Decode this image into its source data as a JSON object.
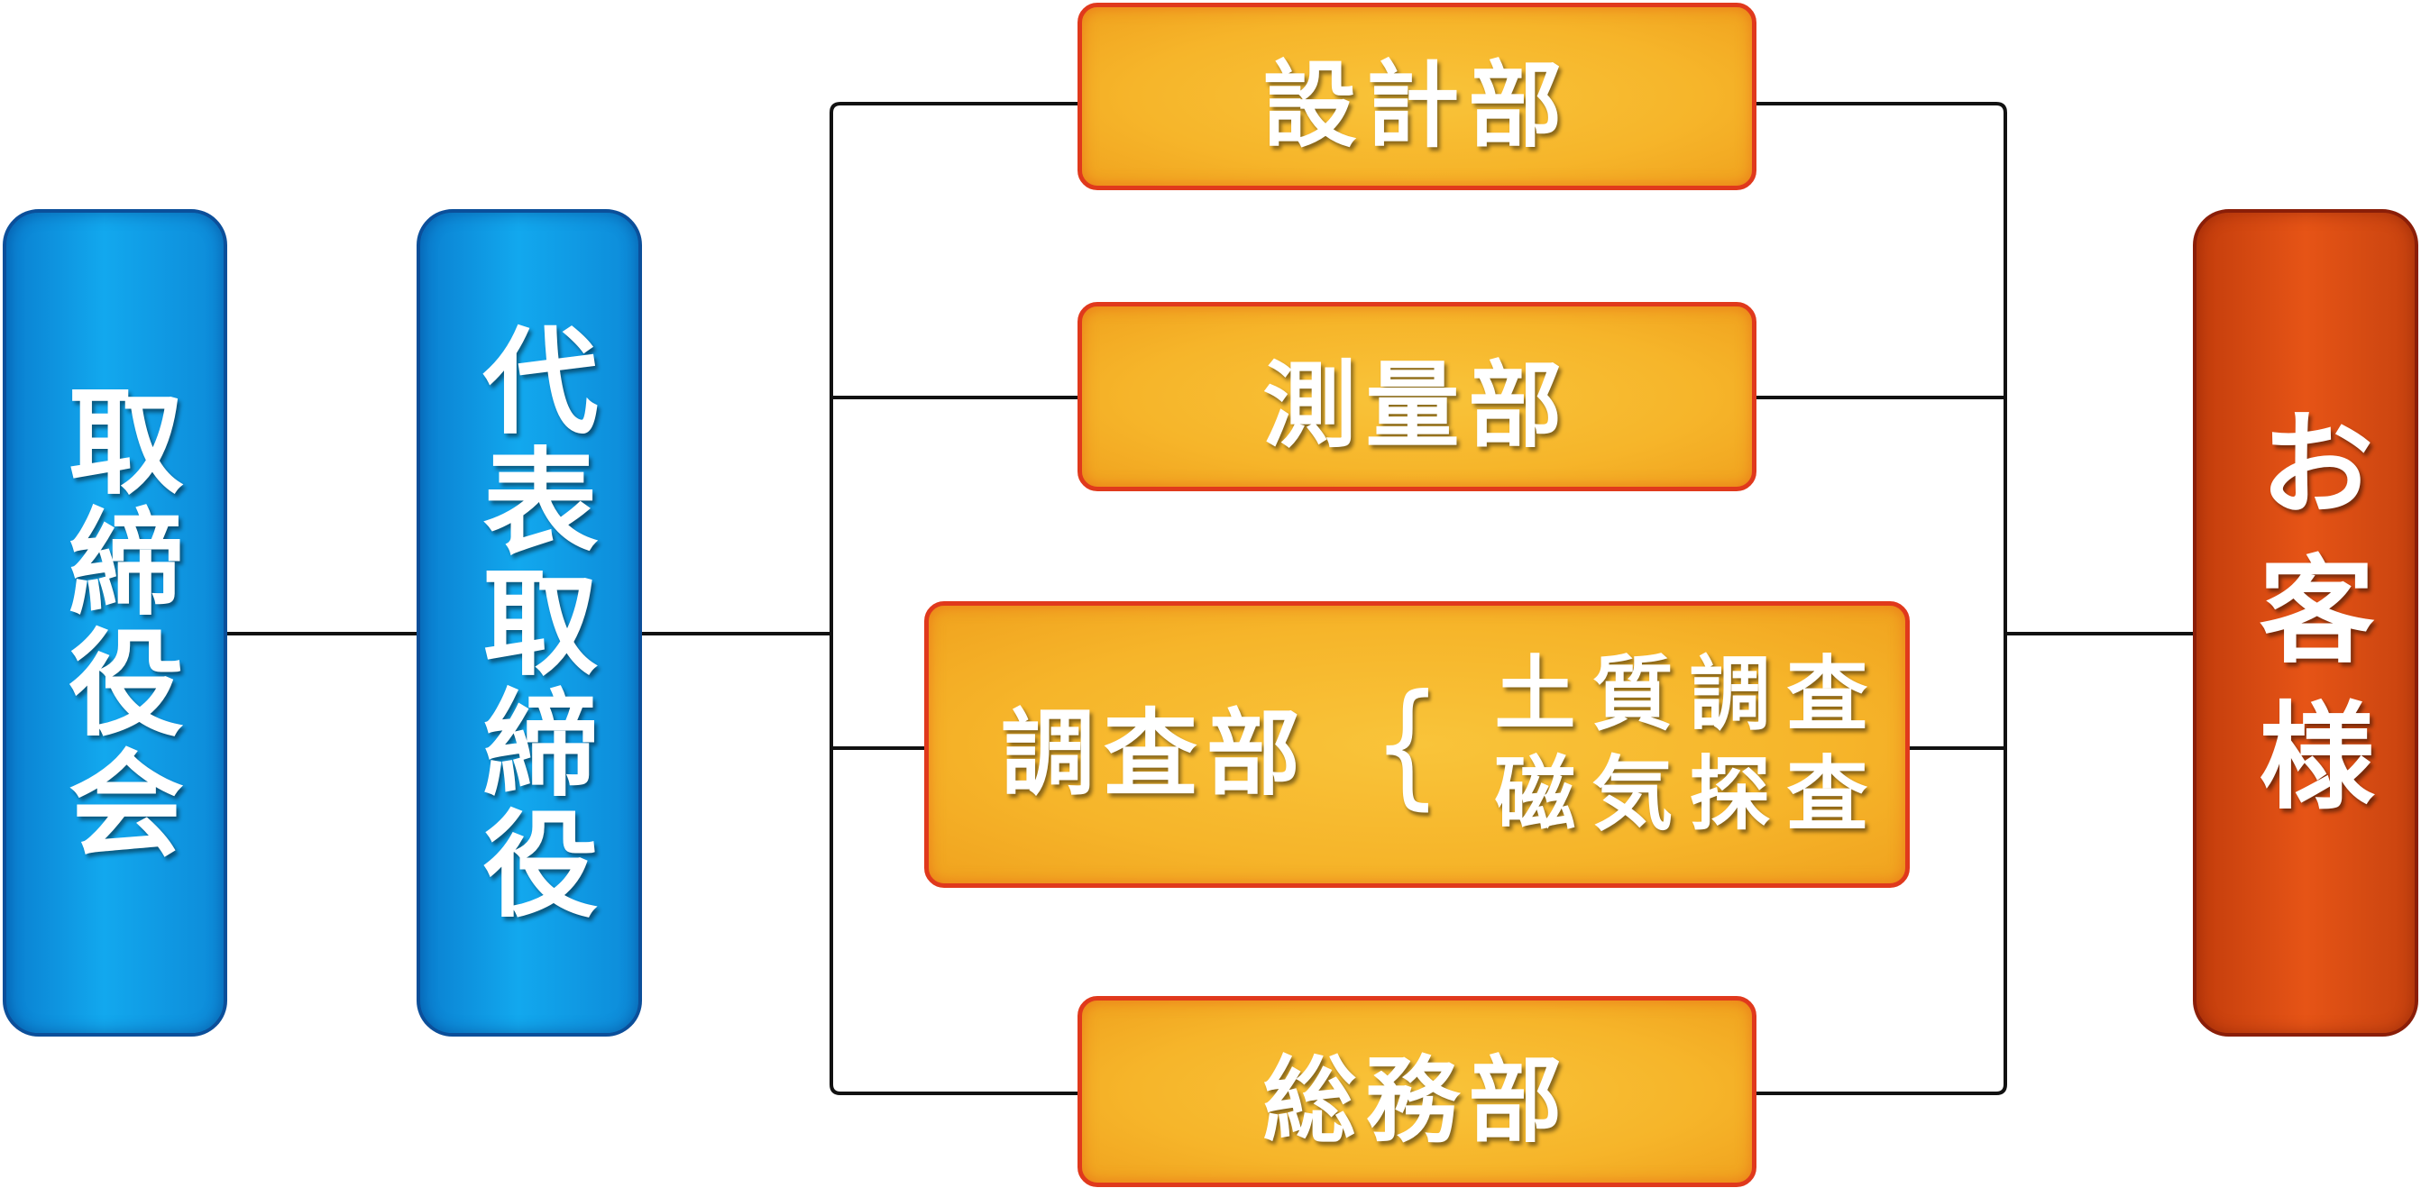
{
  "board": {
    "label": "取締役会"
  },
  "representative": {
    "label": "代表取締役"
  },
  "departments": {
    "design": "設計部",
    "survey": "測量部",
    "investigation": {
      "label": "調査部",
      "brace": "{",
      "subitems": [
        "土質調査",
        "磁気探査"
      ]
    },
    "general_affairs": "総務部"
  },
  "customer": {
    "label": "お客様"
  },
  "colors": {
    "blue": "#12a8ee",
    "orange": "#f6b52a",
    "orange_border": "#e0391c",
    "customer": "#e65416",
    "line": "#111111"
  }
}
